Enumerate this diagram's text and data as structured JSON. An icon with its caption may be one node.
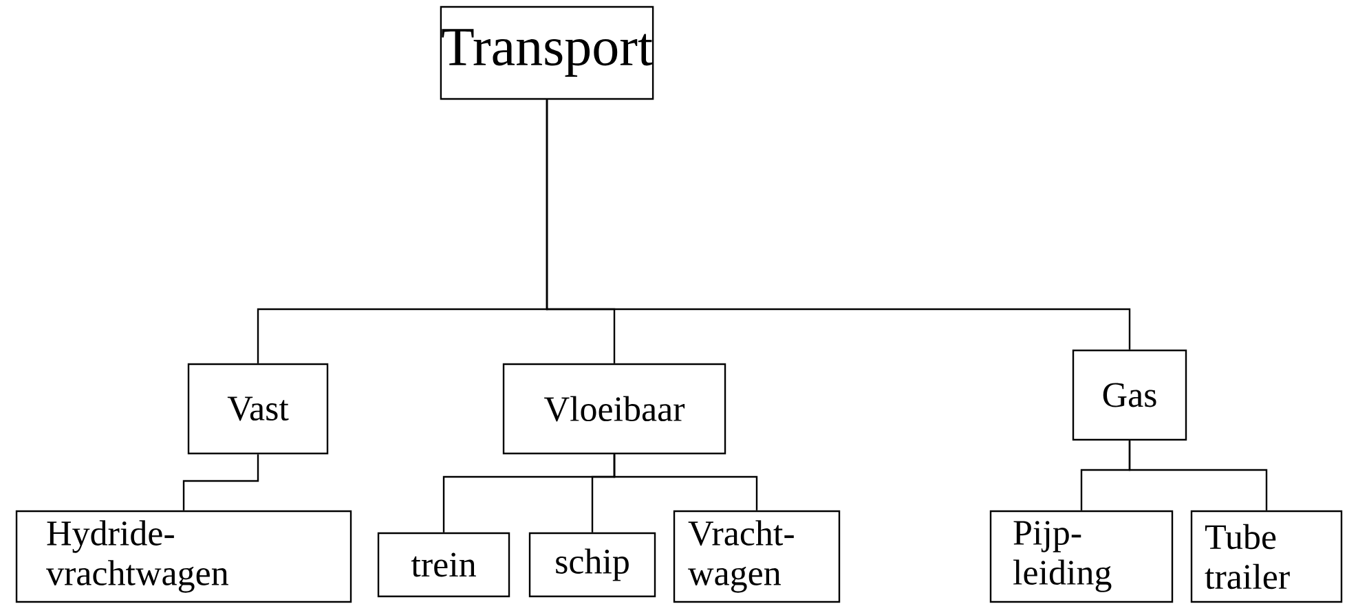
{
  "diagram": {
    "nodes": [
      {
        "text": [
          "Transport"
        ]
      },
      {
        "text": [
          "Vast"
        ]
      },
      {
        "text": [
          "Vloeibaar"
        ]
      },
      {
        "text": [
          "Gas"
        ]
      },
      {
        "text": [
          "Hydride- vrachtwagen"
        ]
      },
      {
        "text": [
          "trein"
        ]
      },
      {
        "text": [
          "schip"
        ]
      },
      {
        "text": [
          "Vracht- wagen"
        ]
      },
      {
        "text": [
          "Pijp- leiding"
        ]
      },
      {
        "text": [
          "Tube trailer"
        ]
      }
    ],
    "edges": [
      {
        "from": 0,
        "to": 1,
        "arrow": "none"
      },
      {
        "from": 0,
        "to": 2,
        "arrow": "none"
      },
      {
        "from": 0,
        "to": 3,
        "arrow": "none"
      },
      {
        "from": 1,
        "to": 4,
        "arrow": "none"
      },
      {
        "from": 2,
        "to": 5,
        "arrow": "none"
      },
      {
        "from": 2,
        "to": 6,
        "arrow": "none"
      },
      {
        "from": 2,
        "to": 7,
        "arrow": "none"
      },
      {
        "from": 3,
        "to": 8,
        "arrow": "none"
      },
      {
        "from": 3,
        "to": 9,
        "arrow": "none"
      }
    ]
  }
}
